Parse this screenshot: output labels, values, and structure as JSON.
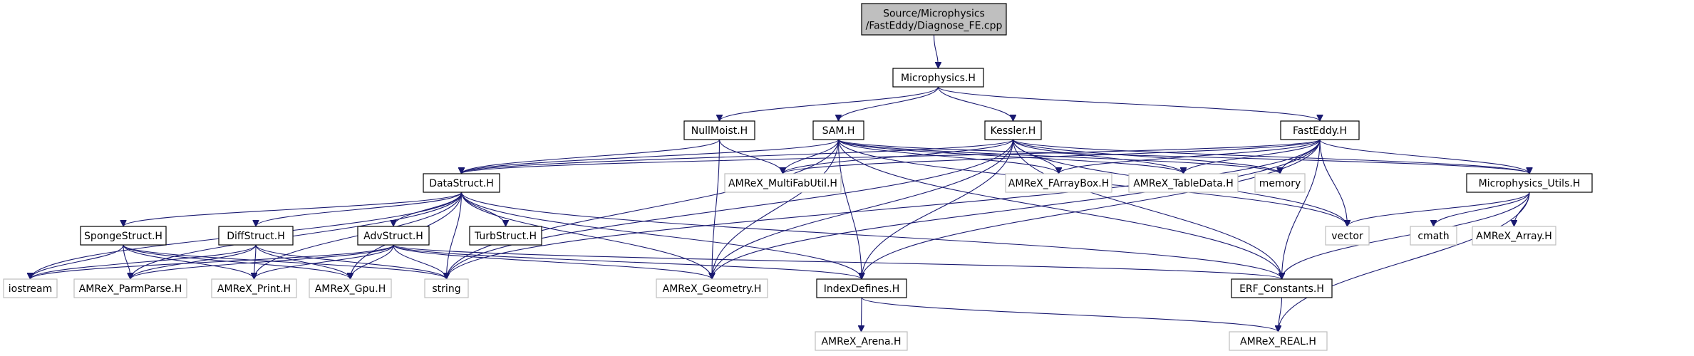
{
  "graph": {
    "colors": {
      "edge": "#191970",
      "root_fill": "#bfbfbf",
      "root_stroke": "#000000",
      "documented_stroke": "#000000",
      "external_stroke": "#bfbfbf",
      "node_fill": "#ffffff",
      "text": "#000000"
    },
    "nodes": [
      {
        "id": "root",
        "lines": [
          "Source/Microphysics",
          "/FastEddy/Diagnose_FE.cpp"
        ],
        "style": "root"
      },
      {
        "id": "microphysics",
        "lines": [
          "Microphysics.H"
        ],
        "style": "documented"
      },
      {
        "id": "nullmoist",
        "lines": [
          "NullMoist.H"
        ],
        "style": "documented"
      },
      {
        "id": "sam",
        "lines": [
          "SAM.H"
        ],
        "style": "documented"
      },
      {
        "id": "kessler",
        "lines": [
          "Kessler.H"
        ],
        "style": "documented"
      },
      {
        "id": "fasteddy",
        "lines": [
          "FastEddy.H"
        ],
        "style": "documented"
      },
      {
        "id": "datastruct",
        "lines": [
          "DataStruct.H"
        ],
        "style": "documented"
      },
      {
        "id": "multifabutil",
        "lines": [
          "AMReX_MultiFabUtil.H"
        ],
        "style": "external"
      },
      {
        "id": "farraybox",
        "lines": [
          "AMReX_FArrayBox.H"
        ],
        "style": "external"
      },
      {
        "id": "tabledata",
        "lines": [
          "AMReX_TableData.H"
        ],
        "style": "external"
      },
      {
        "id": "memory",
        "lines": [
          "memory"
        ],
        "style": "external"
      },
      {
        "id": "microutils",
        "lines": [
          "Microphysics_Utils.H"
        ],
        "style": "documented"
      },
      {
        "id": "vector",
        "lines": [
          "vector"
        ],
        "style": "external"
      },
      {
        "id": "cmath",
        "lines": [
          "cmath"
        ],
        "style": "external"
      },
      {
        "id": "array",
        "lines": [
          "AMReX_Array.H"
        ],
        "style": "external"
      },
      {
        "id": "spongestruct",
        "lines": [
          "SpongeStruct.H"
        ],
        "style": "documented"
      },
      {
        "id": "diffstruct",
        "lines": [
          "DiffStruct.H"
        ],
        "style": "documented"
      },
      {
        "id": "advstruct",
        "lines": [
          "AdvStruct.H"
        ],
        "style": "documented"
      },
      {
        "id": "turbstruct",
        "lines": [
          "TurbStruct.H"
        ],
        "style": "documented"
      },
      {
        "id": "iostream",
        "lines": [
          "iostream"
        ],
        "style": "external"
      },
      {
        "id": "parmparse",
        "lines": [
          "AMReX_ParmParse.H"
        ],
        "style": "external"
      },
      {
        "id": "print",
        "lines": [
          "AMReX_Print.H"
        ],
        "style": "external"
      },
      {
        "id": "gpu",
        "lines": [
          "AMReX_Gpu.H"
        ],
        "style": "external"
      },
      {
        "id": "string",
        "lines": [
          "string"
        ],
        "style": "external"
      },
      {
        "id": "geometry",
        "lines": [
          "AMReX_Geometry.H"
        ],
        "style": "external"
      },
      {
        "id": "indexdefines",
        "lines": [
          "IndexDefines.H"
        ],
        "style": "documented"
      },
      {
        "id": "erfconstants",
        "lines": [
          "ERF_Constants.H"
        ],
        "style": "documented"
      },
      {
        "id": "arena",
        "lines": [
          "AMReX_Arena.H"
        ],
        "style": "external"
      },
      {
        "id": "real",
        "lines": [
          "AMReX_REAL.H"
        ],
        "style": "external"
      }
    ],
    "edges": [
      {
        "from": "root",
        "to": "microphysics"
      },
      {
        "from": "microphysics",
        "to": "nullmoist"
      },
      {
        "from": "microphysics",
        "to": "sam"
      },
      {
        "from": "microphysics",
        "to": "kessler"
      },
      {
        "from": "microphysics",
        "to": "fasteddy"
      },
      {
        "from": "nullmoist",
        "to": "datastruct"
      },
      {
        "from": "nullmoist",
        "to": "multifabutil"
      },
      {
        "from": "nullmoist",
        "to": "geometry"
      },
      {
        "from": "sam",
        "to": "datastruct"
      },
      {
        "from": "sam",
        "to": "multifabutil"
      },
      {
        "from": "sam",
        "to": "farraybox"
      },
      {
        "from": "sam",
        "to": "tabledata"
      },
      {
        "from": "sam",
        "to": "memory"
      },
      {
        "from": "sam",
        "to": "microutils"
      },
      {
        "from": "sam",
        "to": "vector"
      },
      {
        "from": "sam",
        "to": "string"
      },
      {
        "from": "sam",
        "to": "geometry"
      },
      {
        "from": "sam",
        "to": "indexdefines"
      },
      {
        "from": "sam",
        "to": "erfconstants"
      },
      {
        "from": "kessler",
        "to": "datastruct"
      },
      {
        "from": "kessler",
        "to": "multifabutil"
      },
      {
        "from": "kessler",
        "to": "farraybox"
      },
      {
        "from": "kessler",
        "to": "tabledata"
      },
      {
        "from": "kessler",
        "to": "memory"
      },
      {
        "from": "kessler",
        "to": "microutils"
      },
      {
        "from": "kessler",
        "to": "vector"
      },
      {
        "from": "kessler",
        "to": "string"
      },
      {
        "from": "kessler",
        "to": "geometry"
      },
      {
        "from": "kessler",
        "to": "indexdefines"
      },
      {
        "from": "kessler",
        "to": "erfconstants"
      },
      {
        "from": "fasteddy",
        "to": "datastruct"
      },
      {
        "from": "fasteddy",
        "to": "multifabutil"
      },
      {
        "from": "fasteddy",
        "to": "farraybox"
      },
      {
        "from": "fasteddy",
        "to": "tabledata"
      },
      {
        "from": "fasteddy",
        "to": "memory"
      },
      {
        "from": "fasteddy",
        "to": "microutils"
      },
      {
        "from": "fasteddy",
        "to": "vector"
      },
      {
        "from": "fasteddy",
        "to": "string"
      },
      {
        "from": "fasteddy",
        "to": "geometry"
      },
      {
        "from": "fasteddy",
        "to": "indexdefines"
      },
      {
        "from": "fasteddy",
        "to": "erfconstants"
      },
      {
        "from": "microutils",
        "to": "vector"
      },
      {
        "from": "microutils",
        "to": "cmath"
      },
      {
        "from": "microutils",
        "to": "array"
      },
      {
        "from": "microutils",
        "to": "erfconstants"
      },
      {
        "from": "microutils",
        "to": "real"
      },
      {
        "from": "datastruct",
        "to": "spongestruct"
      },
      {
        "from": "datastruct",
        "to": "diffstruct"
      },
      {
        "from": "datastruct",
        "to": "advstruct"
      },
      {
        "from": "datastruct",
        "to": "turbstruct"
      },
      {
        "from": "datastruct",
        "to": "iostream"
      },
      {
        "from": "datastruct",
        "to": "parmparse"
      },
      {
        "from": "datastruct",
        "to": "print"
      },
      {
        "from": "datastruct",
        "to": "gpu"
      },
      {
        "from": "datastruct",
        "to": "string"
      },
      {
        "from": "datastruct",
        "to": "geometry"
      },
      {
        "from": "datastruct",
        "to": "indexdefines"
      },
      {
        "from": "datastruct",
        "to": "erfconstants"
      },
      {
        "from": "spongestruct",
        "to": "iostream"
      },
      {
        "from": "spongestruct",
        "to": "parmparse"
      },
      {
        "from": "spongestruct",
        "to": "print"
      },
      {
        "from": "spongestruct",
        "to": "gpu"
      },
      {
        "from": "spongestruct",
        "to": "string"
      },
      {
        "from": "diffstruct",
        "to": "iostream"
      },
      {
        "from": "diffstruct",
        "to": "parmparse"
      },
      {
        "from": "diffstruct",
        "to": "print"
      },
      {
        "from": "diffstruct",
        "to": "gpu"
      },
      {
        "from": "diffstruct",
        "to": "string"
      },
      {
        "from": "advstruct",
        "to": "iostream"
      },
      {
        "from": "advstruct",
        "to": "parmparse"
      },
      {
        "from": "advstruct",
        "to": "print"
      },
      {
        "from": "advstruct",
        "to": "gpu"
      },
      {
        "from": "advstruct",
        "to": "string"
      },
      {
        "from": "advstruct",
        "to": "geometry"
      },
      {
        "from": "advstruct",
        "to": "indexdefines"
      },
      {
        "from": "advstruct",
        "to": "erfconstants"
      },
      {
        "from": "indexdefines",
        "to": "arena"
      },
      {
        "from": "indexdefines",
        "to": "real"
      },
      {
        "from": "erfconstants",
        "to": "real"
      }
    ]
  }
}
